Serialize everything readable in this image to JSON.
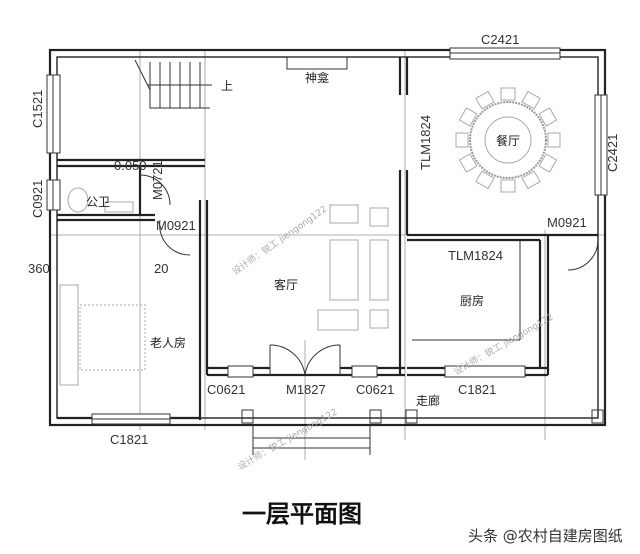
{
  "rooms": {
    "stair_up": "上",
    "shrine": "神龛",
    "public_bath": "公卫",
    "living_room": "客厅",
    "elder_room": "老人房",
    "dining_room": "餐厅",
    "kitchen": "厨房",
    "corridor": "走廊"
  },
  "openings": {
    "c1521": "C1521",
    "c0921": "C0921",
    "dim_360": "360",
    "level": "0.050",
    "m0721": "M0721",
    "m0921_left": "M0921",
    "dim_20": "20",
    "c1821_bottom": "C1821",
    "c0621_left": "C0621",
    "m1827": "M1827",
    "c0621_right": "C0621",
    "c1821_right": "C1821",
    "tlm1824_vertical": "TLM1824",
    "c2421_top": "C2421",
    "c2421_right": "C2421",
    "m0921_right": "M0921",
    "tlm1824_horizontal": "TLM1824"
  },
  "title": "一层平面图",
  "credit": "头条 @农村自建房图纸",
  "watermark": "设计师：锐工 jiengong122"
}
